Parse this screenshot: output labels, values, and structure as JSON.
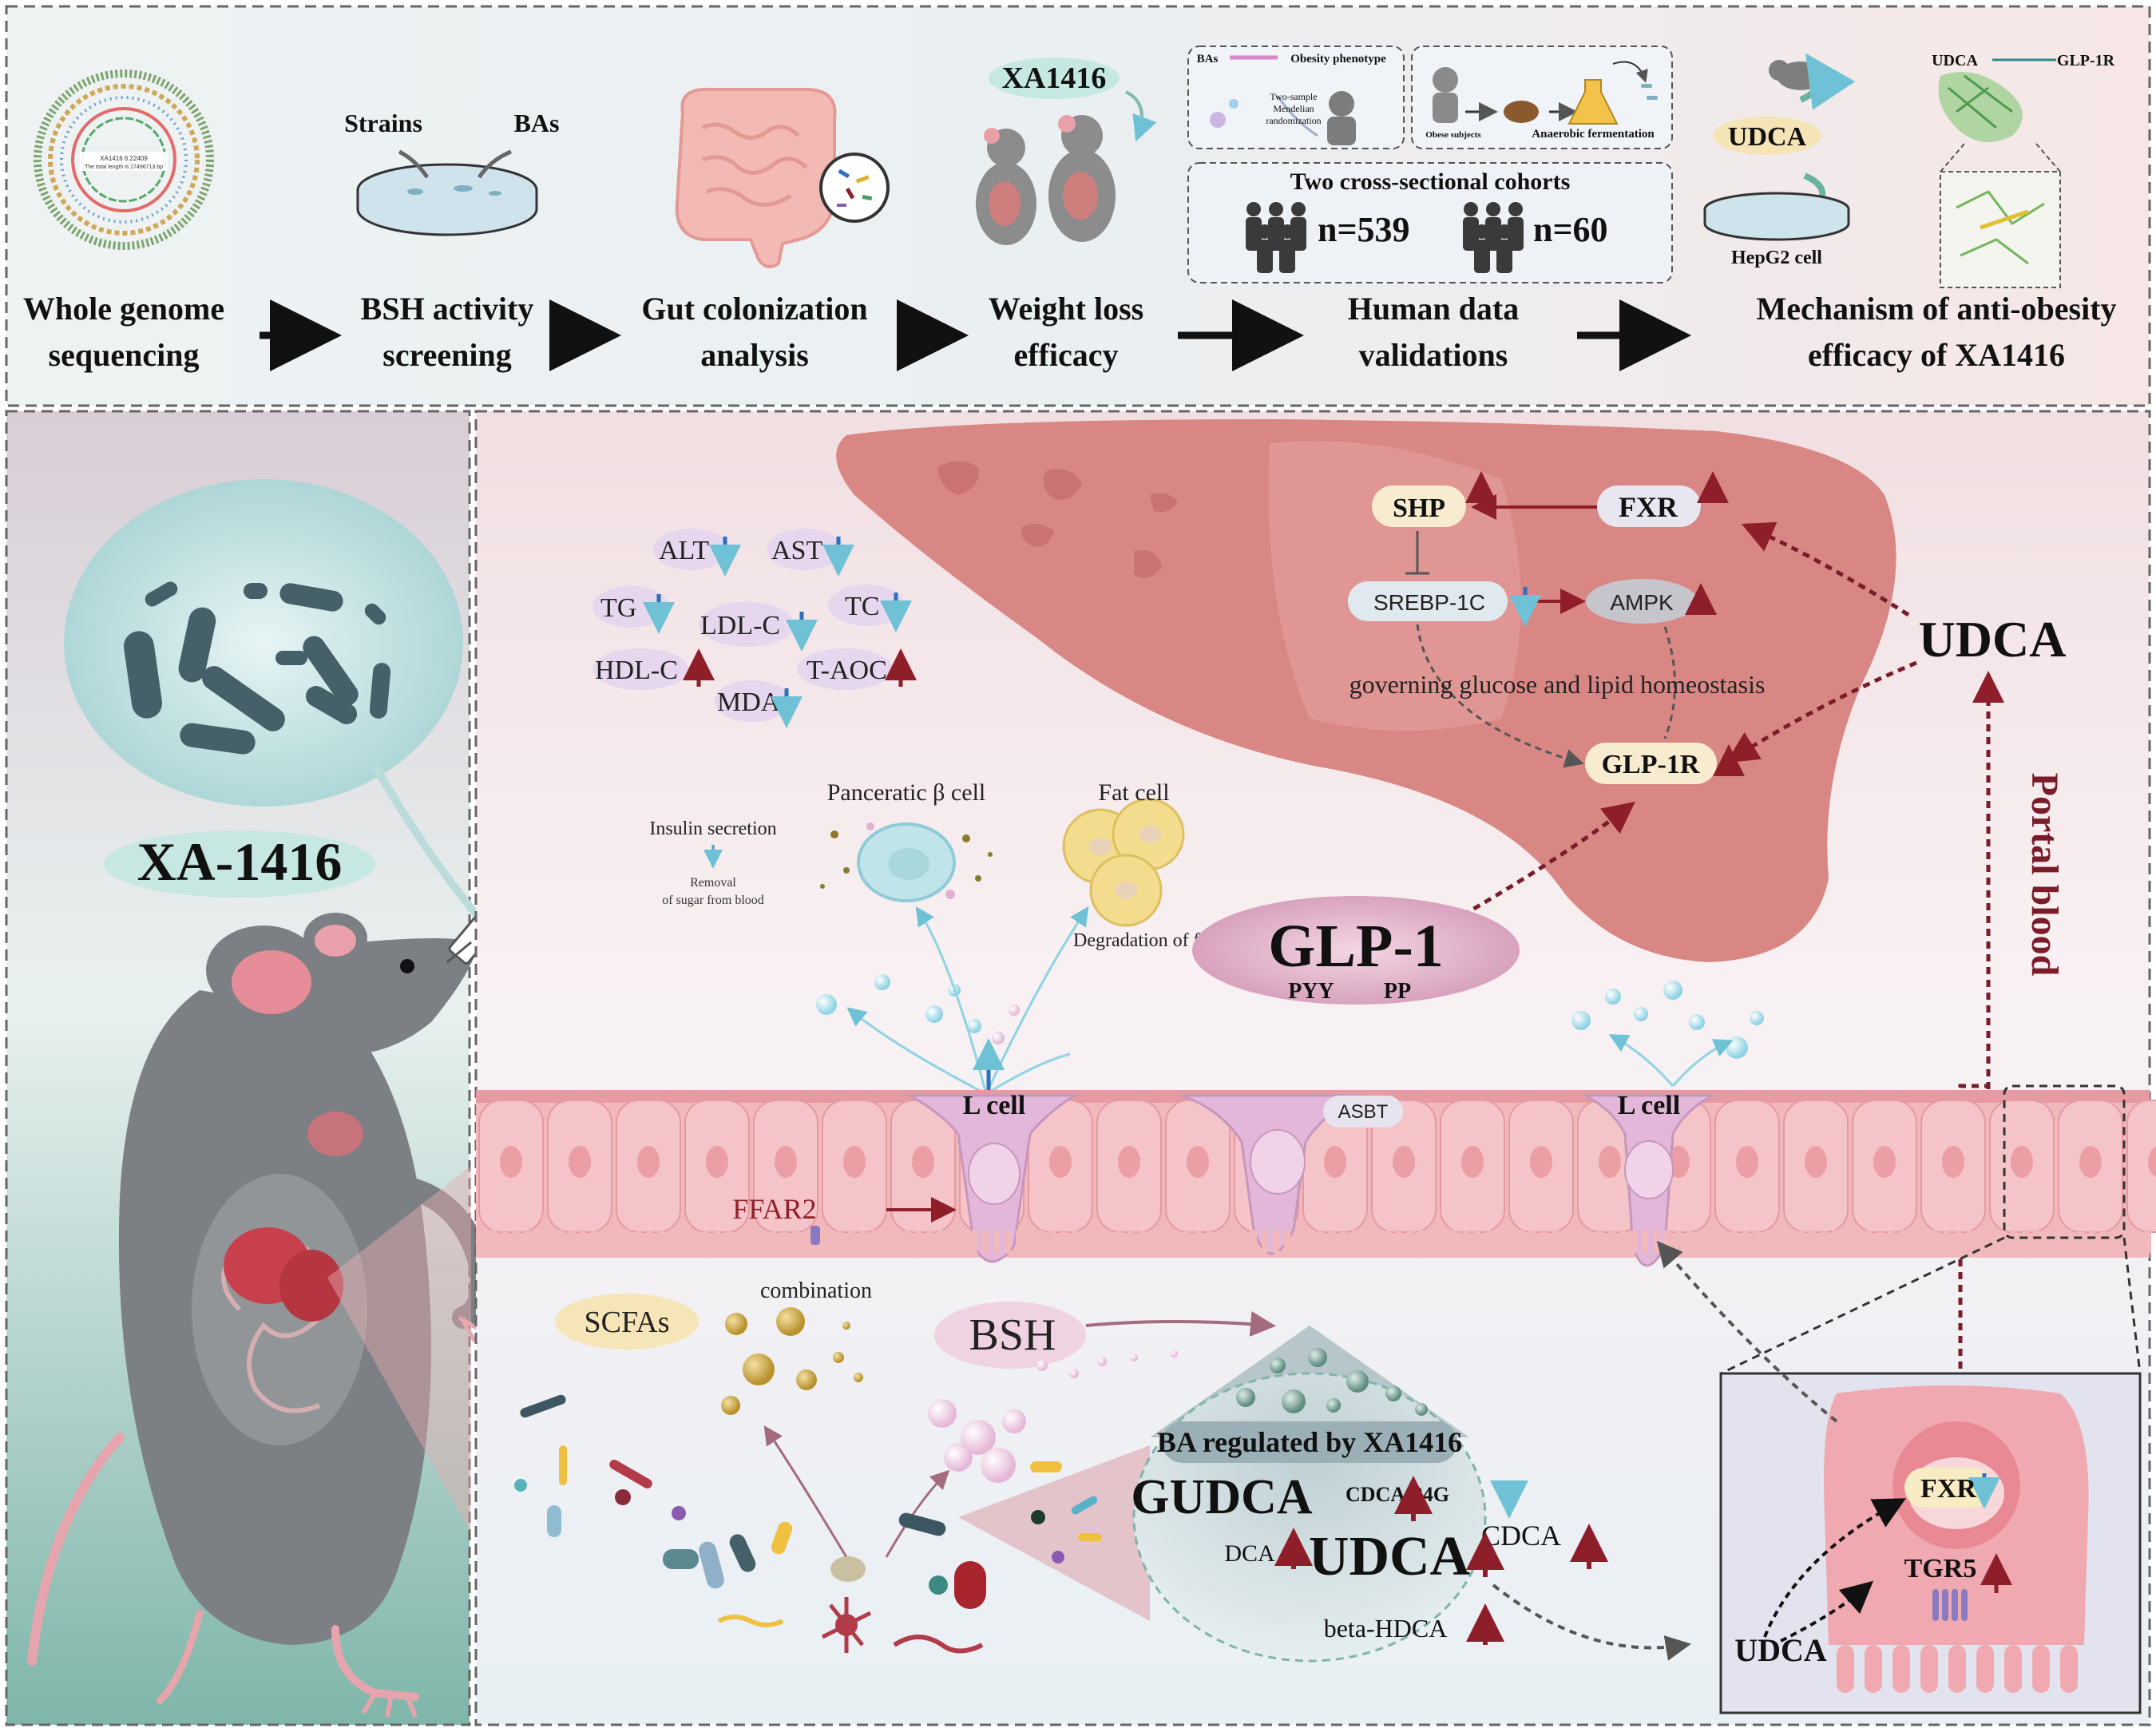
{
  "workflow": {
    "steps": [
      {
        "line1": "Whole genome",
        "line2": "sequencing"
      },
      {
        "line1": "BSH activity",
        "line2": "screening"
      },
      {
        "line1": "Gut colonization",
        "line2": "analysis"
      },
      {
        "line1": "Weight loss",
        "line2": "efficacy"
      },
      {
        "line1": "Human data",
        "line2": "validations"
      },
      {
        "line1": "Mechanism of anti-obesity",
        "line2": "efficacy of XA1416"
      }
    ],
    "genome_caption_1": "XA1416 6.22409",
    "genome_caption_2": "The total length is 17496713 bp",
    "bsh_strains": "Strains",
    "bsh_bas": "BAs",
    "weight_strain": "XA1416",
    "human_bas": "BAs",
    "human_obesity": "Obesity phenotype",
    "human_mr_1": "Two-sample",
    "human_mr_2": "Mendelian",
    "human_mr_3": "randomization",
    "human_obese": "Obese subjects",
    "human_anaerobic": "Anaerobic fermentation",
    "cohorts_title": "Two cross-sectional cohorts",
    "cohort_1": "n=539",
    "cohort_2": "n=60",
    "mech_udca_glp": "UDCA",
    "mech_glp1r": "GLP-1R",
    "mech_udca": "UDCA",
    "mech_cell": "HepG2 cell"
  },
  "mechanism": {
    "strain_name": "XA-1416",
    "serum_markers": [
      {
        "label": "ALT",
        "direction": "down"
      },
      {
        "label": "AST",
        "direction": "down"
      },
      {
        "label": "TG",
        "direction": "down"
      },
      {
        "label": "LDL-C",
        "direction": "down"
      },
      {
        "label": "TC",
        "direction": "down"
      },
      {
        "label": "HDL-C",
        "direction": "up"
      },
      {
        "label": "T-AOC",
        "direction": "up"
      },
      {
        "label": "MDA",
        "direction": "down"
      }
    ],
    "liver": {
      "shp": "SHP",
      "fxr": "FXR",
      "srebp": "SREBP-1C",
      "ampk": "AMPK",
      "homeostasis": "governing glucose and lipid homeostasis",
      "glp1r": "GLP-1R"
    },
    "udca_portal": "UDCA",
    "portal_blood": "Portal blood",
    "pancreas_title": "Panceratic β cell",
    "insulin": "Insulin secretion",
    "removal_1": "Removal",
    "removal_2": "of sugar from blood",
    "fat_title": "Fat cell",
    "fat_degradation": "Degradation of fat",
    "glp1": "GLP-1",
    "pyy": "PYY",
    "pp": "PP",
    "l_cell_1": "L cell",
    "l_cell_2": "L cell",
    "asbt": "ASBT",
    "ffar2": "FFAR2",
    "combination": "combination",
    "scfas": "SCFAs",
    "bsh": "BSH",
    "ba_title": "BA regulated by XA1416",
    "ba_items": [
      {
        "label": "GUDCA",
        "direction": "up"
      },
      {
        "label": "CDCA-24G",
        "direction": "down"
      },
      {
        "label": "DCA",
        "direction": "up"
      },
      {
        "label": "UDCA",
        "direction": "up"
      },
      {
        "label": "CDCA",
        "direction": "up"
      },
      {
        "label": "beta-HDCA",
        "direction": "up"
      }
    ],
    "inset": {
      "fxr": "FXR",
      "tgr5": "TGR5",
      "udca": "UDCA"
    }
  },
  "colors": {
    "up_arrow": "#8e1f2a",
    "down_arrow": "#2f6fc0",
    "portal": "#7a1c2a"
  }
}
